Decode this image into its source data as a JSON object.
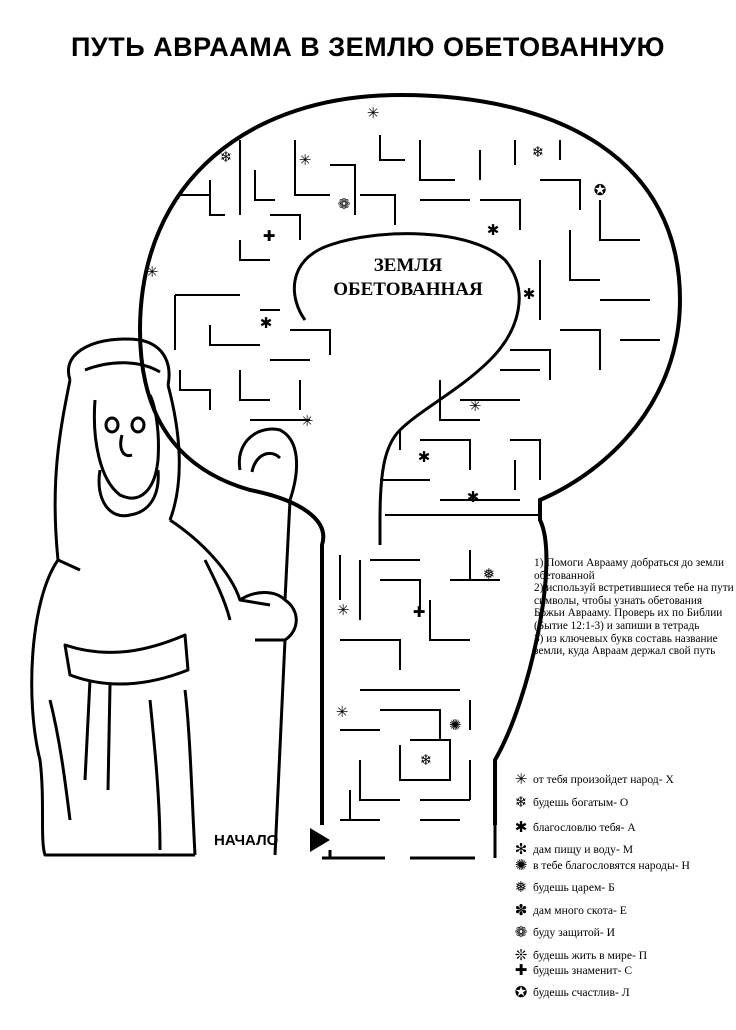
{
  "title": "ПУТЬ АВРААМА В ЗЕМЛЮ ОБЕТОВАННУЮ",
  "destination": {
    "line1": "ЗЕМЛЯ",
    "line2": "ОБЕТОВАННАЯ"
  },
  "start_label": "НАЧАЛО",
  "instructions": [
    "1) Помоги Аврааму добраться до земли обетованной",
    "2) используй встретившиеся тебе на пути символы, чтобы узнать обетования Божьи Аврааму. Проверь их по Библии (Бытие 12:1-3) и запиши в тетрадь",
    "3) из ключевых букв составь название земли, куда Авраам держал свой путь"
  ],
  "legend": [
    {
      "symbol": "✳",
      "icon": "asterisk-icon",
      "text": "от тебя произойдет народ- Х"
    },
    {
      "symbol": "❄",
      "icon": "snowflake-icon",
      "text": "будешь богатым- О"
    },
    {
      "symbol": "✱",
      "icon": "heavy-asterisk-icon",
      "text": "благословлю тебя- А"
    },
    {
      "symbol": "✻",
      "icon": "teardrop-asterisk-icon",
      "text": "дам пищу и воду- М"
    },
    {
      "symbol": "✺",
      "icon": "sixteen-point-asterisk-icon",
      "text": "в тебе благословятся народы- Н"
    },
    {
      "symbol": "❅",
      "icon": "tight-snowflake-icon",
      "text": "будешь царем- Б"
    },
    {
      "symbol": "✽",
      "icon": "open-center-asterisk-icon",
      "text": "дам много скота-    Е"
    },
    {
      "symbol": "❁",
      "icon": "flower-icon",
      "text": "буду защитой- И"
    },
    {
      "symbol": "❊",
      "icon": "propeller-asterisk-icon",
      "text": "будешь жить в мире- П"
    },
    {
      "symbol": "✚",
      "icon": "cross-icon",
      "text": "будешь знаменит-  С"
    },
    {
      "symbol": "✪",
      "icon": "ring-icon",
      "text": "будешь счастлив-  Л"
    }
  ],
  "maze_symbols": [
    {
      "symbol": "✳",
      "icon": "asterisk-icon"
    },
    {
      "symbol": "❄",
      "icon": "snowflake-icon"
    },
    {
      "symbol": "✳",
      "icon": "asterisk-icon"
    },
    {
      "symbol": "❄",
      "icon": "snowflake-icon"
    },
    {
      "symbol": "❁",
      "icon": "flower-icon"
    },
    {
      "symbol": "✪",
      "icon": "ring-icon"
    },
    {
      "symbol": "✚",
      "icon": "cross-icon"
    },
    {
      "symbol": "✱",
      "icon": "heavy-asterisk-icon"
    },
    {
      "symbol": "✳",
      "icon": "asterisk-icon"
    },
    {
      "symbol": "✱",
      "icon": "heavy-asterisk-icon"
    },
    {
      "symbol": "✱",
      "icon": "heavy-asterisk-icon"
    },
    {
      "symbol": "✳",
      "icon": "asterisk-icon"
    },
    {
      "symbol": "✳",
      "icon": "asterisk-icon"
    },
    {
      "symbol": "✱",
      "icon": "heavy-asterisk-icon"
    },
    {
      "symbol": "✱",
      "icon": "heavy-asterisk-icon"
    },
    {
      "symbol": "❅",
      "icon": "tight-snowflake-icon"
    },
    {
      "symbol": "✳",
      "icon": "asterisk-icon"
    },
    {
      "symbol": "✚",
      "icon": "cross-icon"
    },
    {
      "symbol": "✳",
      "icon": "asterisk-icon"
    },
    {
      "symbol": "❄",
      "icon": "snowflake-icon"
    },
    {
      "symbol": "✺",
      "icon": "sixteen-point-asterisk-icon"
    }
  ]
}
